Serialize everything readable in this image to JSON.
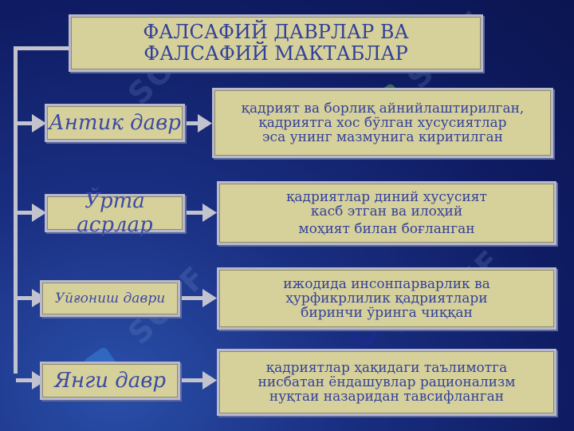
{
  "title": {
    "line1": "ФАЛСАФИЙ ДАВРЛАР ВА",
    "line2": "ФАЛСАФИЙ МАКТАБЛАР"
  },
  "periods": [
    {
      "label": "Антик давр",
      "desc": [
        "қадрият ва борлиқ айнийлаштирилган,",
        "қадриятга хос бўлган хусусиятлар",
        "эса унинг мазмунига киритилган"
      ]
    },
    {
      "label": "Ўрта асрлар",
      "desc": [
        "қадриятлар диний хусусият",
        "касб этган ва илоҳий",
        "моҳият билан боғланган"
      ]
    },
    {
      "label": "Уйғониш даври",
      "desc": [
        "ижодида  инсонпарварлик ва",
        "ҳурфикрлилик қадриятлари",
        "биринчи ўринга чиққан"
      ]
    },
    {
      "label": "Янги давр",
      "desc": [
        "қадриятлар ҳақидаги таълимотга",
        "нисбатан ёндашувлар рационализм",
        "нуқтаи назаридан тавсифланган"
      ]
    }
  ],
  "watermark": "SOFF",
  "colors": {
    "box": "#d6d09a",
    "text": "#2f3f9a",
    "connector": "#c3c3d0",
    "background": "#1a2f82"
  }
}
